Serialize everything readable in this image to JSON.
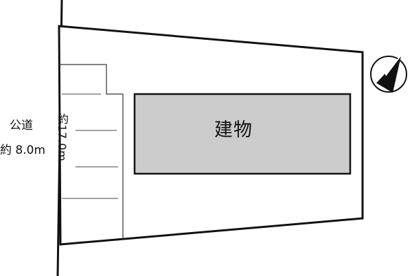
{
  "road": {
    "name": "公道",
    "width_label": "約 8.0m"
  },
  "lot": {
    "depth_label": "約17.0m"
  },
  "building": {
    "label": "建物"
  },
  "colors": {
    "line": "#111111",
    "building_fill": "#cccccc",
    "background": "#ffffff"
  },
  "icons": {
    "compass": "north-arrow-icon"
  }
}
